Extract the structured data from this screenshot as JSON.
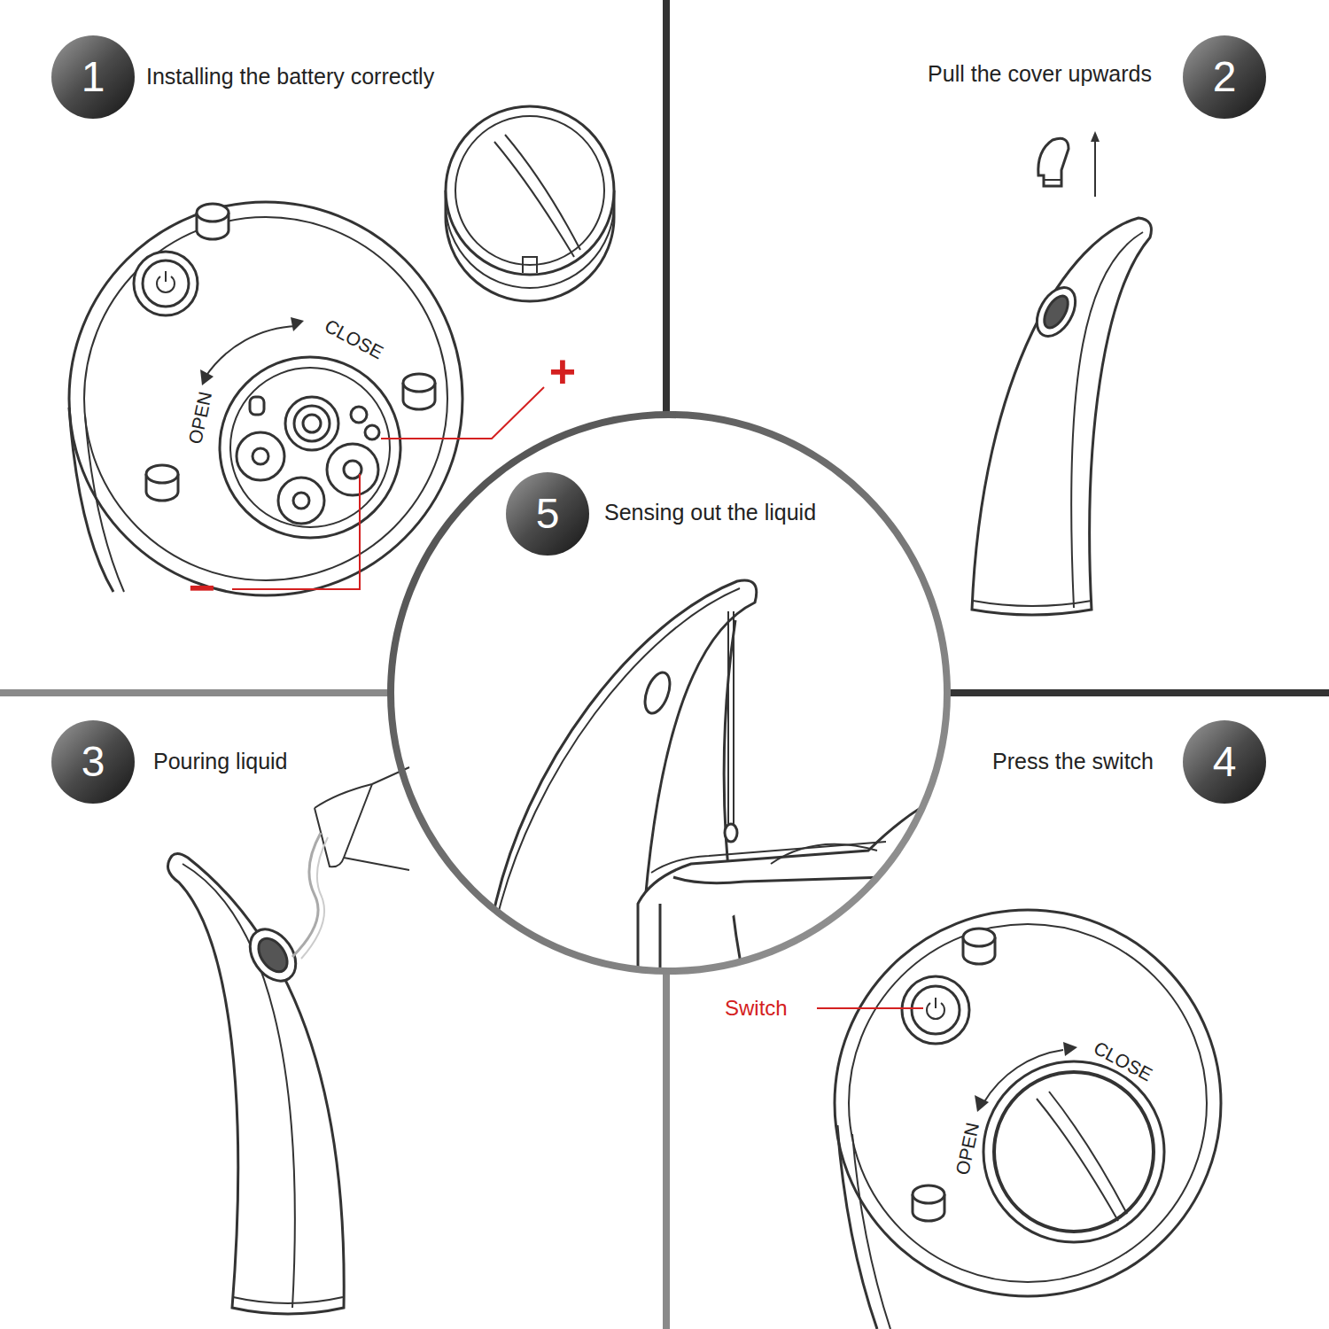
{
  "diagram": {
    "nodes": [
      {
        "text": [
          "1"
        ]
      },
      {
        "text": [
          "2"
        ]
      },
      {
        "text": [
          "Sensing out the liquid"
        ]
      },
      {
        "text": [
          "5"
        ],
        "in": 2
      },
      {
        "text": [
          "3"
        ]
      },
      {
        "text": [
          "4"
        ]
      }
    ],
    "labels": [
      "Installing the battery correctly",
      "CLOSE",
      "OPEN",
      "+",
      "−",
      "Pull the cover upwards",
      "Pouring liquid",
      "Press the switch",
      "Switch",
      "CLOSE",
      "OPEN"
    ]
  }
}
